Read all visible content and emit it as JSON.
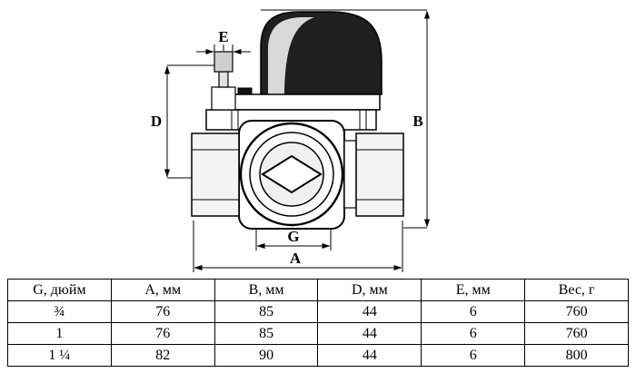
{
  "diagram": {
    "labels": {
      "e": "E",
      "d": "D",
      "b": "B",
      "g": "G",
      "a": "A"
    },
    "colors": {
      "line": "#000000",
      "actuator_dark": "#1f1f1f",
      "actuator_highlight": "#d8d8d8",
      "metal_light": "#f4f4f4",
      "metal_mid": "#cfcfcf"
    }
  },
  "table": {
    "headers": [
      "G, дюйм",
      "A, мм",
      "B, мм",
      "D, мм",
      "E, мм",
      "Вес, г"
    ],
    "rows": [
      [
        "¾",
        "76",
        "85",
        "44",
        "6",
        "760"
      ],
      [
        "1",
        "76",
        "85",
        "44",
        "6",
        "760"
      ],
      [
        "1 ¼",
        "82",
        "90",
        "44",
        "6",
        "800"
      ]
    ]
  }
}
